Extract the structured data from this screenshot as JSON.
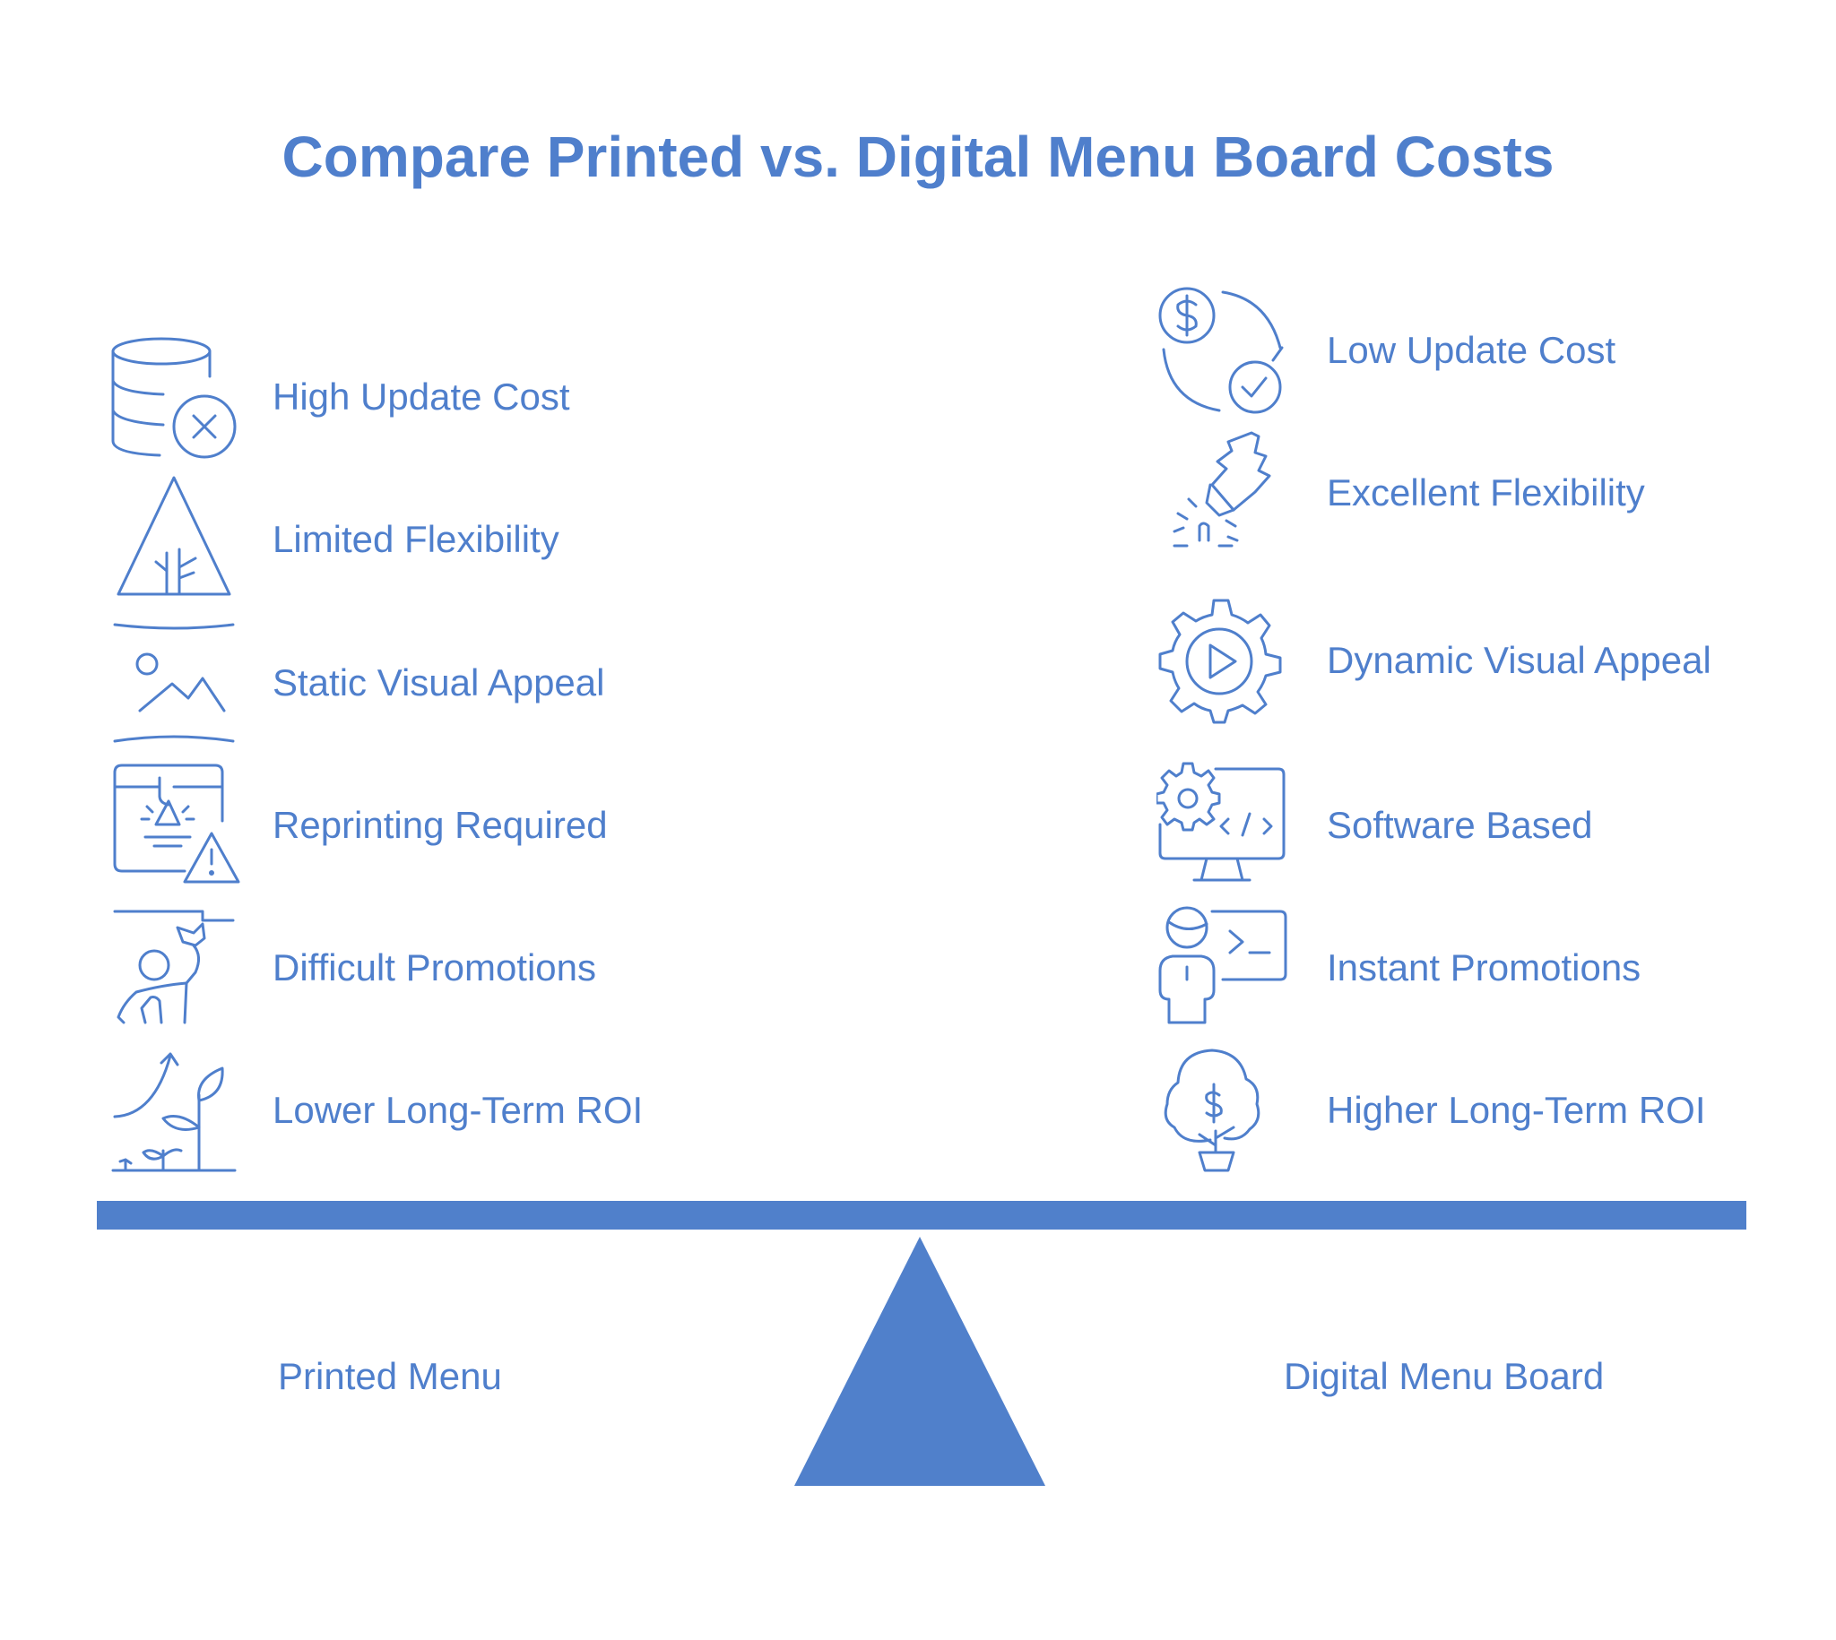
{
  "title": "Compare Printed vs. Digital Menu Board Costs",
  "left": {
    "label": "Printed Menu",
    "items": [
      {
        "label": "High Update Cost",
        "icon": "database-x-icon"
      },
      {
        "label": "Limited Flexibility",
        "icon": "tree-triangle-icon"
      },
      {
        "label": "Static Visual Appeal",
        "icon": "landscape-image-icon"
      },
      {
        "label": "Reprinting Required",
        "icon": "warning-document-icon"
      },
      {
        "label": "Difficult Promotions",
        "icon": "person-reaching-icon"
      },
      {
        "label": "Lower Long-Term ROI",
        "icon": "plant-growth-arrow-icon"
      }
    ]
  },
  "right": {
    "label": "Digital Menu Board",
    "items": [
      {
        "label": "Low Update Cost",
        "icon": "dollar-cycle-check-icon"
      },
      {
        "label": "Excellent Flexibility",
        "icon": "rocket-tree-icon"
      },
      {
        "label": "Dynamic Visual Appeal",
        "icon": "gear-play-icon"
      },
      {
        "label": "Software Based",
        "icon": "monitor-code-gear-icon"
      },
      {
        "label": "Instant Promotions",
        "icon": "person-terminal-icon"
      },
      {
        "label": "Higher Long-Term ROI",
        "icon": "money-tree-icon"
      }
    ]
  },
  "colors": {
    "accent": "#5080cb",
    "text": "#4f7fcc"
  }
}
